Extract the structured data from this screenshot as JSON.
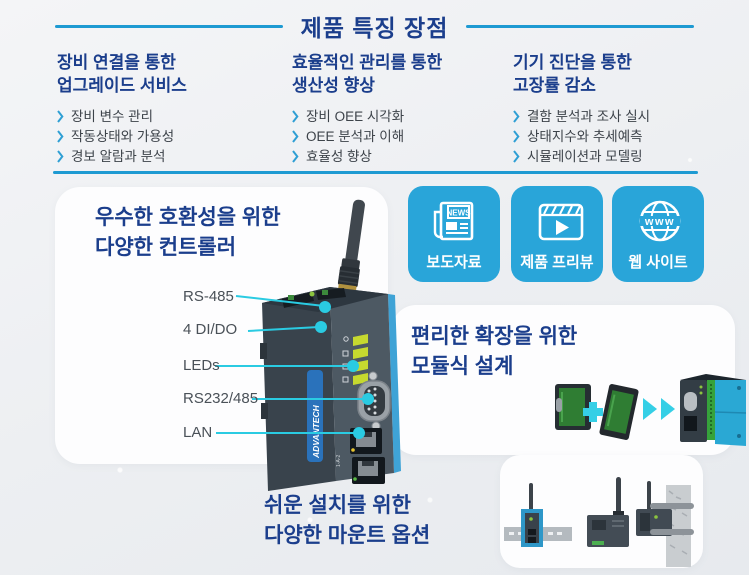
{
  "header": {
    "title": "제품 특징 장점"
  },
  "features": [
    {
      "title_line1": "장비 연결을 통한",
      "title_line2": "업그레이드 서비스",
      "items": [
        "장비 변수 관리",
        "작동상태와 가용성",
        "경보 알람과 분석"
      ]
    },
    {
      "title_line1": "효율적인 관리를 통한",
      "title_line2": "생산성 향상",
      "items": [
        "장비 OEE 시각화",
        "OEE 분석과 이해",
        "효율성 향상"
      ]
    },
    {
      "title_line1": "기기 진단을 통한",
      "title_line2": "고장률 감소",
      "items": [
        "결함 분석과 조사 실시",
        "상태지수와 추세예측",
        "시뮬레이션과 모델링"
      ]
    }
  ],
  "controller_card": {
    "title_line1": "우수한 호환성을 위한",
    "title_line2": "다양한 컨트롤러",
    "labels": [
      "RS-485",
      "4 DI/DO",
      "LEDs",
      "RS232/485",
      "LAN"
    ],
    "device_brand": "ADVANTECH"
  },
  "quick_links": [
    {
      "label": "보도자료",
      "icon": "news-icon",
      "news_text": "NEWS"
    },
    {
      "label": "제품 프리뷰",
      "icon": "video-icon"
    },
    {
      "label": "웹 사이트",
      "icon": "globe-icon",
      "globe_text": "www"
    }
  ],
  "modular_card": {
    "title_line1": "편리한 확장을 위한",
    "title_line2": "모듈식 설계"
  },
  "mount_section": {
    "title_line1": "쉬운 설치를 위한",
    "title_line2": "다양한 마운트 옵션"
  },
  "colors": {
    "heading_navy": "#1b3e8c",
    "divider_blue": "#1e9ad2",
    "button_teal": "#29a5d9",
    "callout_cyan": "#2acbe2",
    "led_yellow": "#c6d92f",
    "device_teal": "#2aa8d4"
  }
}
